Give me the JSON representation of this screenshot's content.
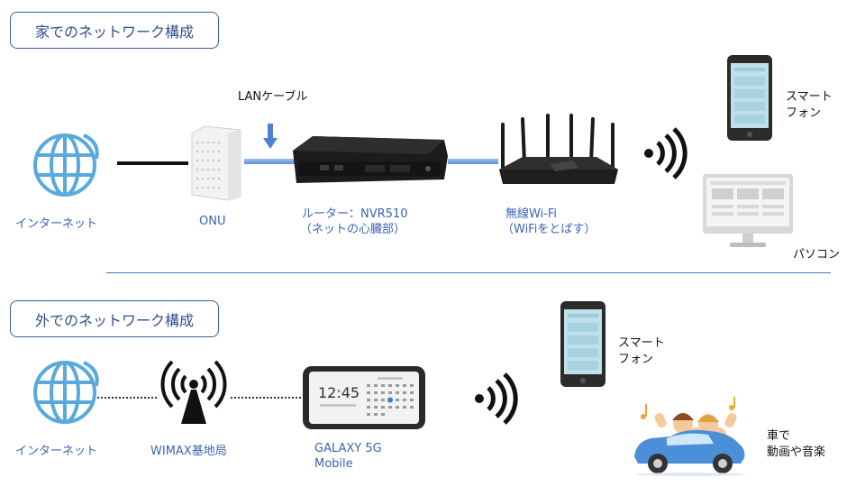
{
  "home": {
    "title": "家でのネットワーク構成",
    "internet_label": "インターネット",
    "onu_label": "ONU",
    "lan_cable_label": "LANケーブル",
    "router_label_1": "ルーター：NVR510",
    "router_label_2": "（ネットの心臓部）",
    "wifi_label_1": "無線Wi-Fi",
    "wifi_label_2": "（WiFiをとばす）",
    "smartphone_label_1": "スマート",
    "smartphone_label_2": "フォン",
    "pc_label": "パソコン"
  },
  "outside": {
    "title": "外でのネットワーク構成",
    "internet_label": "インターネット",
    "wimax_label": "WIMAX基地局",
    "device_label_1": "GALAXY 5G",
    "device_label_2": "Mobile",
    "device_time": "12:45",
    "smartphone_label_1": "スマート",
    "smartphone_label_2": "フォン",
    "car_label_1": "車で",
    "car_label_2": "動画や音楽"
  },
  "colors": {
    "title_text": "#2f4f8f",
    "label_blue": "#3b63b5",
    "globe": "#5aa9dc",
    "divider": "#4a72c0",
    "cable_blue": "#5b8fd6",
    "car": "#4a8fd8"
  }
}
